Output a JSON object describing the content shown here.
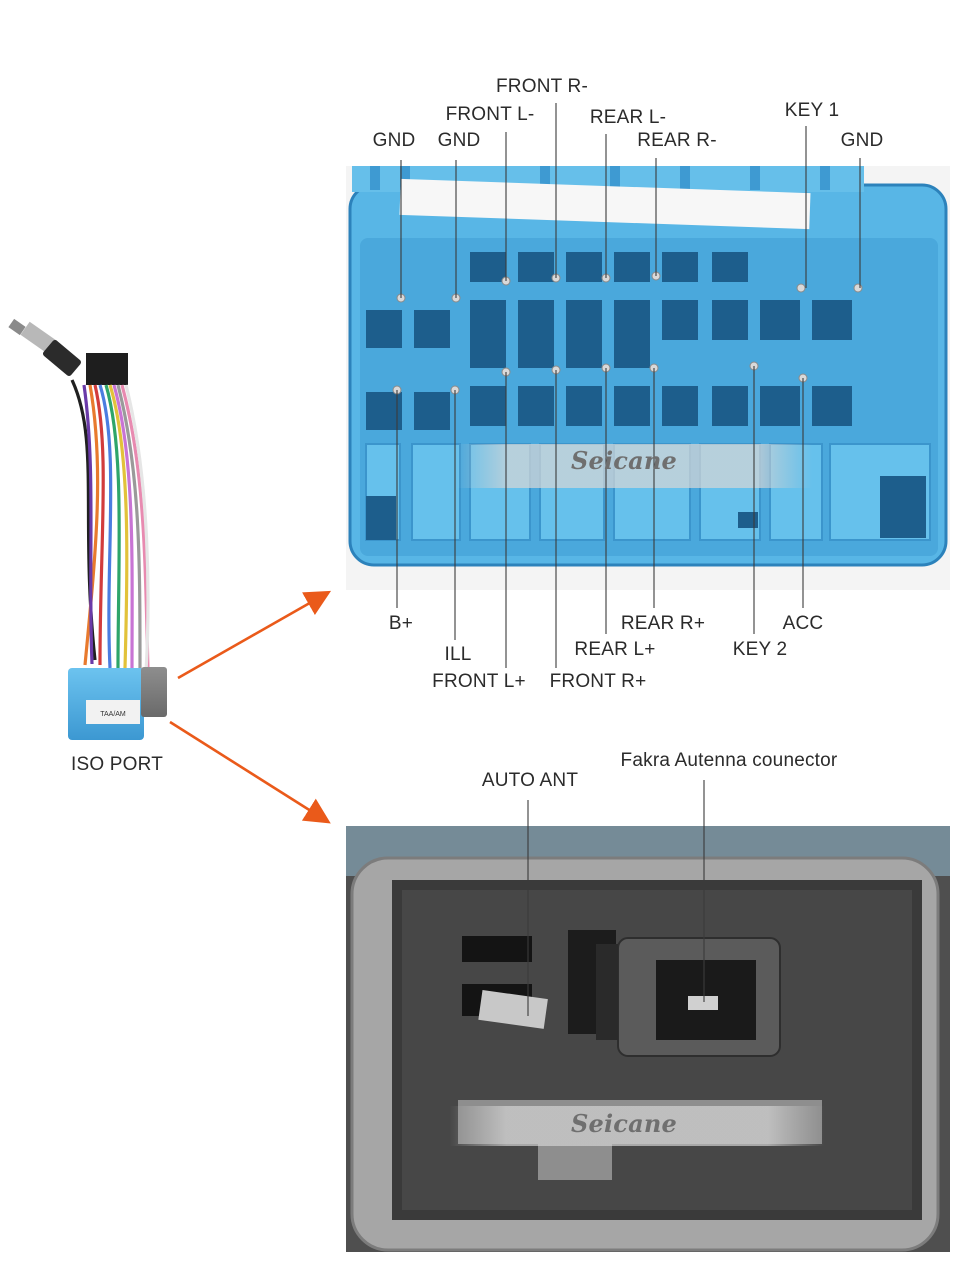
{
  "iso_port": {
    "caption": "ISO PORT",
    "sticker_text": "TAA/AM"
  },
  "main_connector": {
    "brand": "Seicane",
    "top_labels": {
      "gnd_1": "GND",
      "gnd_2": "GND",
      "front_l_minus": "FRONT L-",
      "front_r_minus": "FRONT R-",
      "rear_l_minus": "REAR L-",
      "rear_r_minus": "REAR R-",
      "key_1": "KEY 1",
      "gnd_3": "GND"
    },
    "bottom_labels": {
      "b_plus": "B+",
      "ill": "ILL",
      "front_l_plus": "FRONT L+",
      "front_r_plus": "FRONT R+",
      "rear_l_plus": "REAR L+",
      "rear_r_plus": "REAR R+",
      "key_2": "KEY 2",
      "acc": "ACC"
    }
  },
  "antenna_connector": {
    "brand": "Seicane",
    "labels": {
      "auto_ant": "AUTO ANT",
      "fakra": "Fakra Autenna counector"
    }
  },
  "colors": {
    "connector_blue": "#4fb0e3",
    "connector_blue_dark": "#2f84be",
    "connector_grey": "#a3a3a3",
    "arrow_orange": "#ea5a1a"
  }
}
